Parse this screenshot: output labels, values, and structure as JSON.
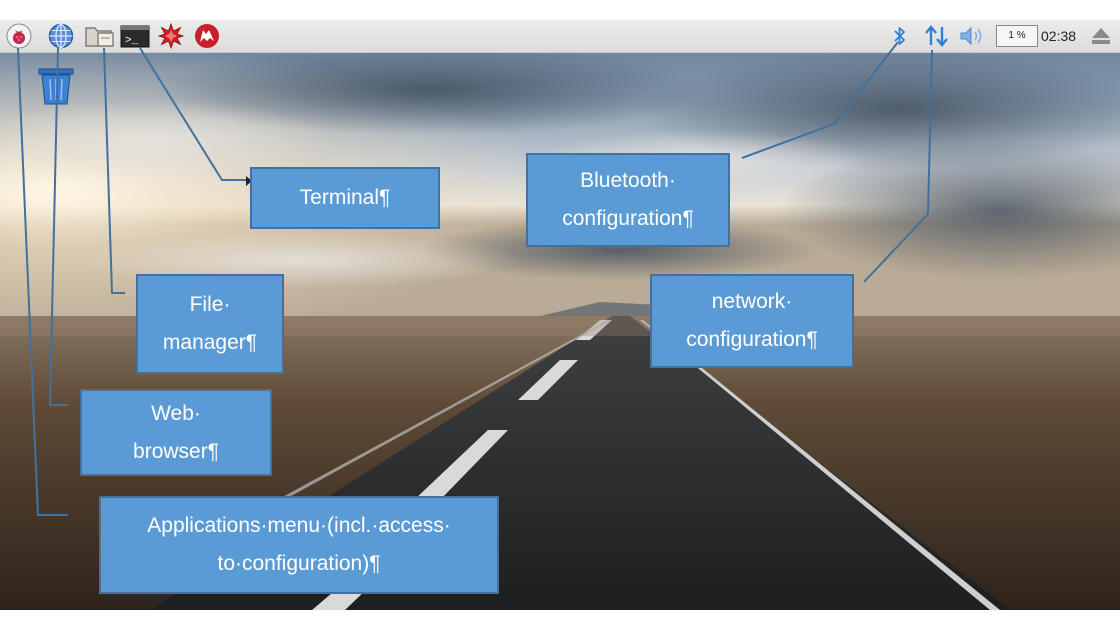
{
  "taskbar": {
    "launchers": [
      {
        "name": "applications-menu-icon"
      },
      {
        "name": "web-browser-icon"
      },
      {
        "name": "file-manager-icon"
      },
      {
        "name": "terminal-icon"
      },
      {
        "name": "mathematica-icon"
      },
      {
        "name": "wolfram-icon"
      }
    ],
    "tray": {
      "cpu_usage": "1 %",
      "clock": "02:38"
    }
  },
  "callouts": {
    "terminal": [
      "Terminal¶"
    ],
    "file_manager": [
      "File·",
      "manager¶"
    ],
    "web_browser": [
      "Web·",
      "browser¶"
    ],
    "applications_menu": [
      "Applications·menu·(incl.·access·",
      "to·configuration)¶"
    ],
    "bluetooth": [
      "Bluetooth·",
      "configuration¶"
    ],
    "network": [
      "network·",
      "configuration¶"
    ]
  },
  "colors": {
    "callout_fill": "#5b9bd5",
    "callout_border": "#41719c",
    "leader_line": "#41719c"
  }
}
